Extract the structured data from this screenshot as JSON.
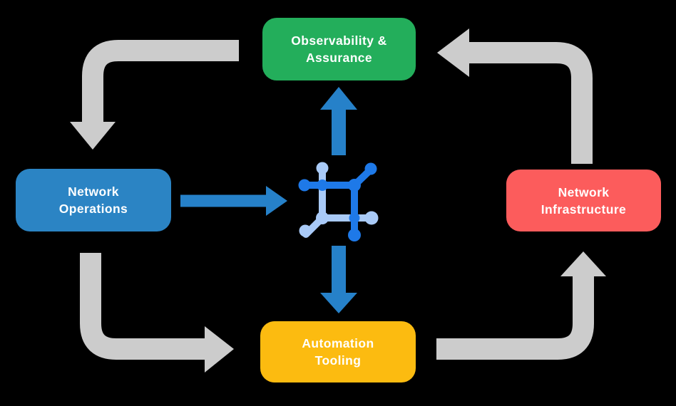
{
  "diagram": {
    "title": "Network automation cycle diagram",
    "nodes": [
      {
        "id": "observability-assurance",
        "lines": [
          "Observability &",
          "Assurance"
        ]
      },
      {
        "id": "network-operations",
        "lines": [
          "Network",
          "Operations"
        ]
      },
      {
        "id": "network-infrastructure",
        "lines": [
          "Network",
          "Infrastructure"
        ]
      },
      {
        "id": "automation-tooling",
        "lines": [
          "Automation",
          "Tooling"
        ]
      }
    ],
    "edges": [
      {
        "from": "observability-assurance",
        "to": "network-operations",
        "style": "gray-cycle"
      },
      {
        "from": "network-operations",
        "to": "automation-tooling",
        "style": "gray-cycle"
      },
      {
        "from": "automation-tooling",
        "to": "network-infrastructure",
        "style": "gray-cycle"
      },
      {
        "from": "network-infrastructure",
        "to": "observability-assurance",
        "style": "gray-cycle"
      },
      {
        "from": "network-operations",
        "to": "network-hub",
        "style": "blue-hub"
      },
      {
        "from": "network-hub",
        "to": "observability-assurance",
        "style": "blue-hub"
      },
      {
        "from": "network-hub",
        "to": "automation-tooling",
        "style": "blue-hub"
      }
    ],
    "hub_icon": "network-hub-icon"
  },
  "colors": {
    "bg": "#000000",
    "node-green": "#23AE5B",
    "node-blue": "#2B84C4",
    "node-red": "#FC5C5C",
    "node-yellow": "#FCBB10",
    "arrow-gray": "#CCCCCC",
    "arrow-blue": "#2681C9",
    "icon-dark": "#1E79E8",
    "icon-light": "#A9CAF7",
    "text": "#FFFFFF"
  }
}
